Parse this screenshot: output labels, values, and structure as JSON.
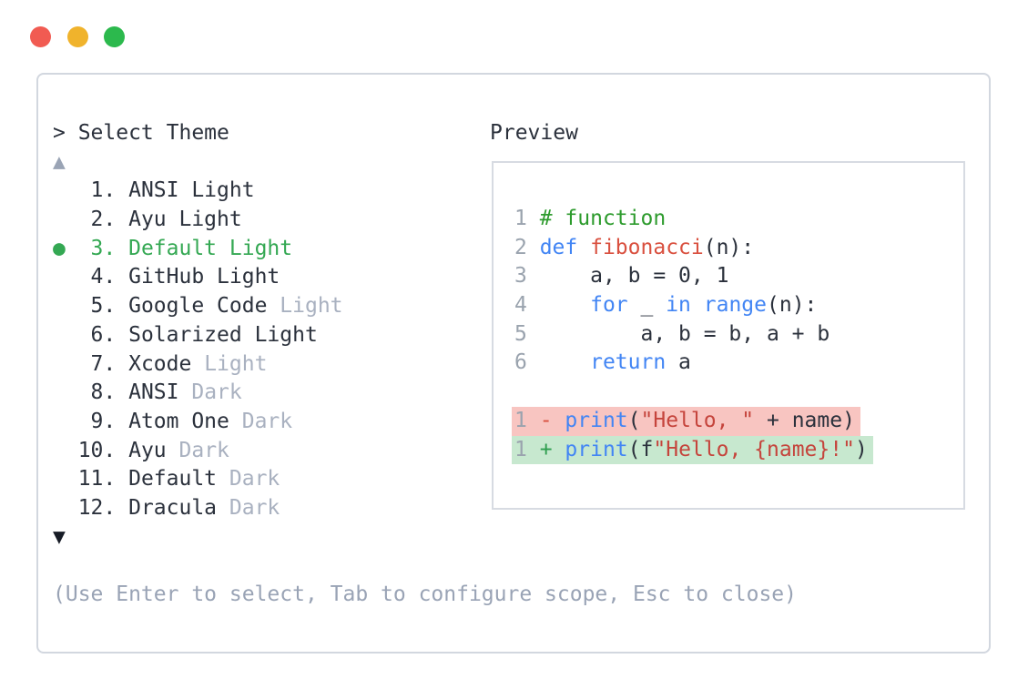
{
  "colors": {
    "traffic-red": "#f15b52",
    "traffic-yellow": "#f0b32c",
    "traffic-green": "#2cb94d",
    "panel-border": "#d2d7df",
    "box-border": "#d7dbe2",
    "text-dark": "#2b313c",
    "text-dim": "#a9b1c0",
    "text-muted": "#99a3b5",
    "accent-green": "#34a853",
    "lineno": "#9aa3ae",
    "comment": "#2d9b2d",
    "keyword": "#4285f4",
    "function": "#d9503f",
    "string": "#c5443c",
    "diff-minus": "#d9503f",
    "diff-plus": "#2e9e4f",
    "removed-bg": "#f8c5c1",
    "added-bg": "#c7e8cf",
    "scroll-up": "#9aa4b5",
    "scroll-down": "#171c26"
  },
  "window": {
    "controls": [
      "close",
      "minimize",
      "maximize"
    ]
  },
  "theme_picker": {
    "prompt": "> Select Theme",
    "scroll_up_indicator": "▲",
    "scroll_down_indicator": "▼",
    "selected_indicator": "●",
    "items": [
      {
        "number": "1",
        "name": "ANSI Light",
        "dim_suffix": "",
        "selected": false
      },
      {
        "number": "2",
        "name": "Ayu Light",
        "dim_suffix": "",
        "selected": false
      },
      {
        "number": "3",
        "name": "Default Light",
        "dim_suffix": "",
        "selected": true
      },
      {
        "number": "4",
        "name": "GitHub Light",
        "dim_suffix": "",
        "selected": false
      },
      {
        "number": "5",
        "name": "Google Code",
        "dim_suffix": "Light",
        "selected": false
      },
      {
        "number": "6",
        "name": "Solarized Light",
        "dim_suffix": "",
        "selected": false
      },
      {
        "number": "7",
        "name": "Xcode",
        "dim_suffix": "Light",
        "selected": false
      },
      {
        "number": "8",
        "name": "ANSI",
        "dim_suffix": "Dark",
        "selected": false
      },
      {
        "number": "9",
        "name": "Atom One",
        "dim_suffix": "Dark",
        "selected": false
      },
      {
        "number": "10",
        "name": "Ayu",
        "dim_suffix": "Dark",
        "selected": false
      },
      {
        "number": "11",
        "name": "Default",
        "dim_suffix": "Dark",
        "selected": false
      },
      {
        "number": "12",
        "name": "Dracula",
        "dim_suffix": "Dark",
        "selected": false
      }
    ],
    "footer_hint": "(Use Enter to select, Tab to configure scope, Esc to close)"
  },
  "preview": {
    "label": "Preview",
    "code_lines": [
      {
        "number": "1",
        "bg": null,
        "tokens": [
          {
            "c": "comment",
            "t": "# function"
          }
        ]
      },
      {
        "number": "2",
        "bg": null,
        "tokens": [
          {
            "c": "keyword",
            "t": "def"
          },
          {
            "c": "plain",
            "t": " "
          },
          {
            "c": "function",
            "t": "fibonacci"
          },
          {
            "c": "plain",
            "t": "(n):"
          }
        ]
      },
      {
        "number": "3",
        "bg": null,
        "tokens": [
          {
            "c": "plain",
            "t": "    a, b = 0, 1"
          }
        ]
      },
      {
        "number": "4",
        "bg": null,
        "tokens": [
          {
            "c": "plain",
            "t": "    "
          },
          {
            "c": "keyword",
            "t": "for"
          },
          {
            "c": "plain",
            "t": " _ "
          },
          {
            "c": "keyword",
            "t": "in"
          },
          {
            "c": "plain",
            "t": " "
          },
          {
            "c": "keyword",
            "t": "range"
          },
          {
            "c": "plain",
            "t": "(n):"
          }
        ]
      },
      {
        "number": "5",
        "bg": null,
        "tokens": [
          {
            "c": "plain",
            "t": "        a, b = b, a + b"
          }
        ]
      },
      {
        "number": "6",
        "bg": null,
        "tokens": [
          {
            "c": "plain",
            "t": "    "
          },
          {
            "c": "keyword",
            "t": "return"
          },
          {
            "c": "plain",
            "t": " a"
          }
        ]
      },
      {
        "number": "",
        "bg": null,
        "tokens": []
      },
      {
        "number": "1",
        "bg": "removed",
        "tokens": [
          {
            "c": "diff-minus",
            "t": "-"
          },
          {
            "c": "plain",
            "t": " "
          },
          {
            "c": "keyword",
            "t": "print"
          },
          {
            "c": "plain",
            "t": "("
          },
          {
            "c": "string",
            "t": "\"Hello, \""
          },
          {
            "c": "plain",
            "t": " + name)"
          }
        ]
      },
      {
        "number": "1",
        "bg": "added",
        "tokens": [
          {
            "c": "diff-plus",
            "t": "+"
          },
          {
            "c": "plain",
            "t": " "
          },
          {
            "c": "keyword",
            "t": "print"
          },
          {
            "c": "plain",
            "t": "(f"
          },
          {
            "c": "string",
            "t": "\"Hello, {name}!\""
          },
          {
            "c": "plain",
            "t": ")"
          }
        ]
      }
    ]
  }
}
